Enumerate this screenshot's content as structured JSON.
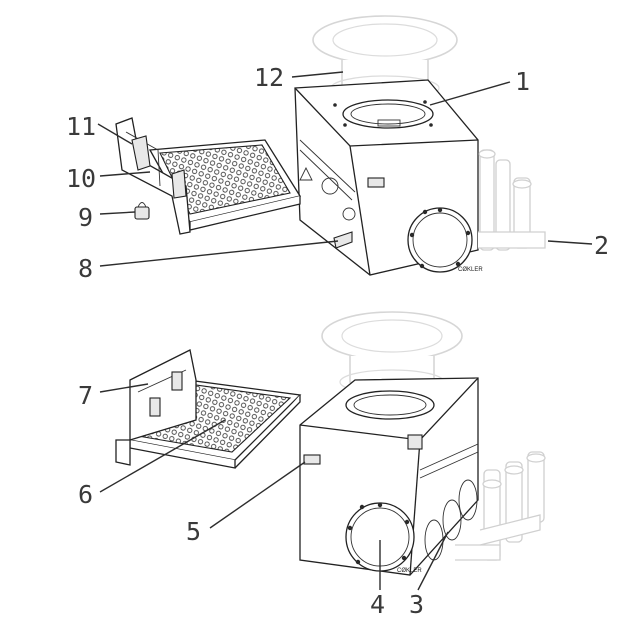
{
  "callouts": [
    {
      "id": "1",
      "label": "1"
    },
    {
      "id": "2",
      "label": "2"
    },
    {
      "id": "3",
      "label": "3"
    },
    {
      "id": "4",
      "label": "4"
    },
    {
      "id": "5",
      "label": "5"
    },
    {
      "id": "6",
      "label": "6"
    },
    {
      "id": "7",
      "label": "7"
    },
    {
      "id": "8",
      "label": "8"
    },
    {
      "id": "9",
      "label": "9"
    },
    {
      "id": "10",
      "label": "10"
    },
    {
      "id": "11",
      "label": "11"
    },
    {
      "id": "12",
      "label": "12"
    }
  ],
  "plate_text": "CØKLER"
}
